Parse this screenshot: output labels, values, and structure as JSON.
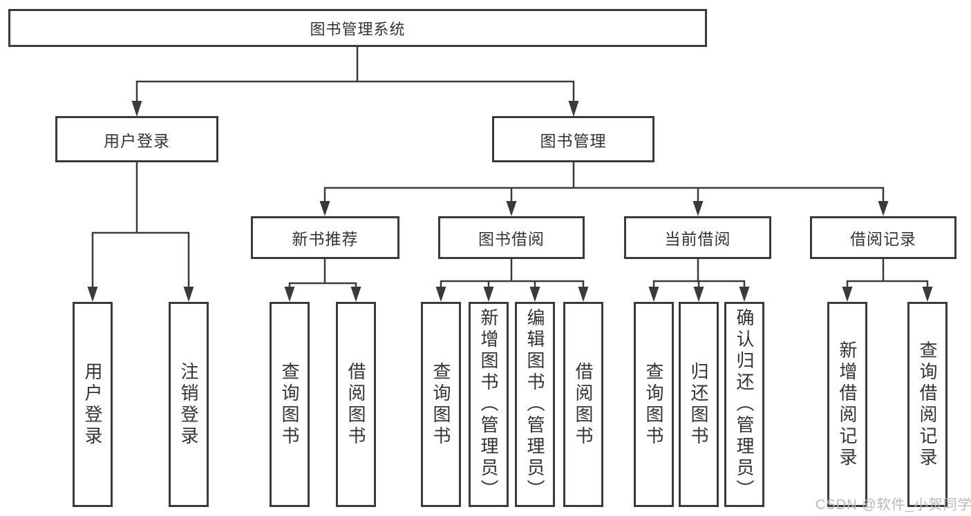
{
  "diagram_type": "hierarchy-tree",
  "tree": {
    "root": {
      "label": "图书管理系统"
    },
    "children": [
      {
        "label": "用户登录",
        "children": [
          {
            "label": "用户登录"
          },
          {
            "label": "注销登录"
          }
        ]
      },
      {
        "label": "图书管理",
        "children": [
          {
            "label": "新书推荐",
            "children": [
              {
                "label": "查询图书"
              },
              {
                "label": "借阅图书"
              }
            ]
          },
          {
            "label": "图书借阅",
            "children": [
              {
                "label": "查询图书"
              },
              {
                "label": "新增图书（管理员）"
              },
              {
                "label": "编辑图书（管理员）"
              },
              {
                "label": "借阅图书"
              }
            ]
          },
          {
            "label": "当前借阅",
            "children": [
              {
                "label": "查询图书"
              },
              {
                "label": "归还图书"
              },
              {
                "label": "确认归还（管理员）"
              }
            ]
          },
          {
            "label": "借阅记录",
            "children": [
              {
                "label": "新增借阅记录"
              },
              {
                "label": "查询借阅记录"
              }
            ]
          }
        ]
      }
    ]
  },
  "watermark": {
    "text": "CSDN @软件_小贺同学"
  },
  "colors": {
    "line": "#3a3a3a",
    "text": "#333333",
    "wm": "#b8b8b8",
    "bg": "#ffffff"
  }
}
